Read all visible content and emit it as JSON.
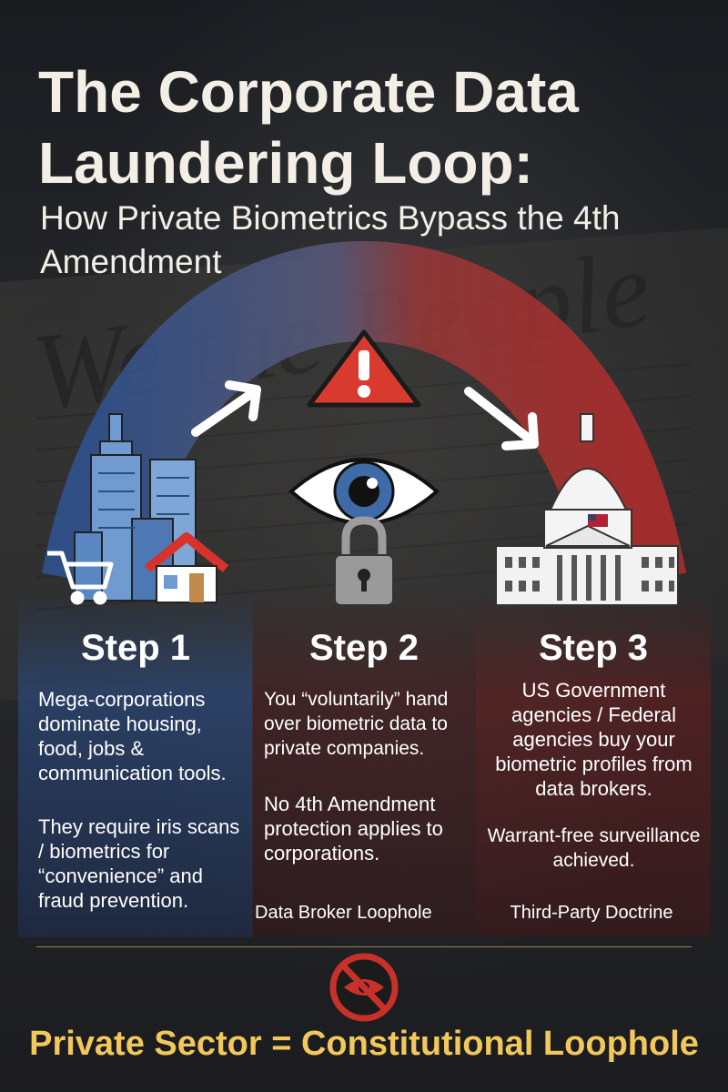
{
  "title": "The Corporate Data Laundering Loop:",
  "subtitle": "How Private Biometrics Bypass the 4th Amendment",
  "background_text": "We the People",
  "steps": [
    {
      "heading": "Step 1",
      "paragraph1": "Mega-corporations dominate housing, food, jobs & communication tools.",
      "paragraph2": "They require iris scans / biometrics for “convenience” and fraud prevention.",
      "tag": ""
    },
    {
      "heading": "Step 2",
      "paragraph1": "You “voluntarily” hand over biometric data to private companies.",
      "paragraph2": "No 4th Amendment protection applies to corporations.",
      "tag": "Data Broker Loophole"
    },
    {
      "heading": "Step 3",
      "paragraph1": "US Government agencies / Federal agencies buy your biometric profiles from data brokers.",
      "paragraph2": "Warrant-free surveillance achieved.",
      "tag": "Third-Party Doctrine"
    }
  ],
  "footer": "Private Sector = Constitutional Loophole",
  "icons": [
    "city-buildings-icon",
    "shopping-cart-icon",
    "house-icon",
    "warning-icon",
    "eye-icon",
    "padlock-icon",
    "capitol-building-icon",
    "no-surveillance-icon"
  ],
  "colors": {
    "accent_gold": "#f2c85a",
    "arc_blue": "#3b5f9a",
    "arc_red": "#b8302f",
    "warning_red": "#d93a2f"
  }
}
